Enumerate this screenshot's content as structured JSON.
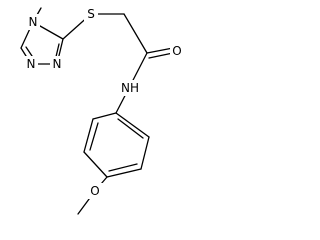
{
  "molecule": {
    "atoms": {
      "n_methyl": "N",
      "s": "S",
      "n_ring_lower_1": "N",
      "n_ring_lower_2": "N",
      "o_carbonyl": "O",
      "nh": "NH",
      "o_methoxy": "O"
    }
  }
}
